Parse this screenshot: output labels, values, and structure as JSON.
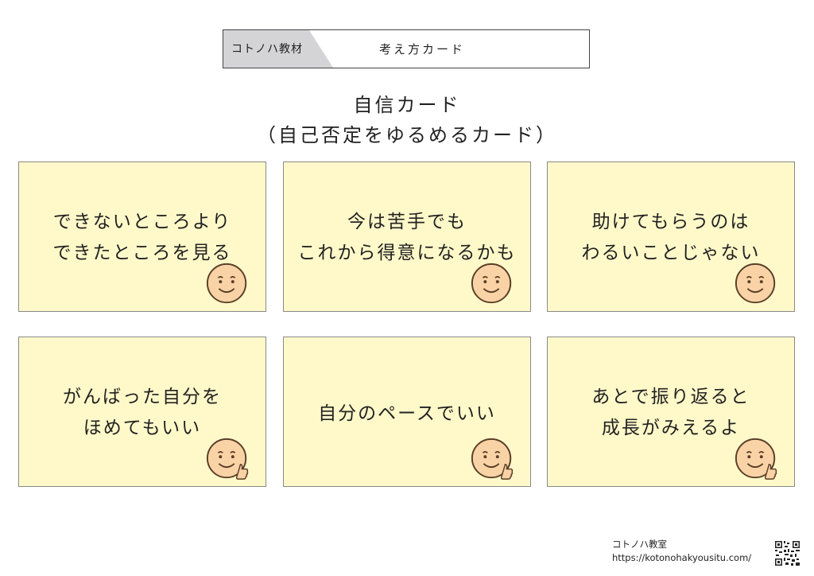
{
  "header": {
    "tag": "コトノハ教材",
    "subtitle": "考え方カード"
  },
  "title": {
    "line1": "自信カード",
    "line2": "（自己否定をゆるめるカード）"
  },
  "cards": [
    {
      "lines": [
        "できないところより",
        "できたところを見る"
      ],
      "icon": "smiley-face-icon"
    },
    {
      "lines": [
        "今は苦手でも",
        "これから得意になるかも"
      ],
      "icon": "smiley-face-icon"
    },
    {
      "lines": [
        "助けてもらうのは",
        "わるいことじゃない"
      ],
      "icon": "smiley-face-icon"
    },
    {
      "lines": [
        "がんばった自分を",
        "ほめてもいい"
      ],
      "icon": "smiley-thumbs-up-icon"
    },
    {
      "lines": [
        "自分のペースでいい"
      ],
      "icon": "smiley-thumbs-up-icon"
    },
    {
      "lines": [
        "あとで振り返ると",
        "成長がみえるよ"
      ],
      "icon": "smiley-thumbs-up-icon"
    }
  ],
  "footer": {
    "name": "コトノハ教室",
    "url": "https://kotonohakyousitu.com/"
  },
  "colors": {
    "card_bg": "#fff9c9",
    "face": "#f9d3a5",
    "outline": "#5a3e28",
    "tag_bg": "#d4d4d6"
  }
}
